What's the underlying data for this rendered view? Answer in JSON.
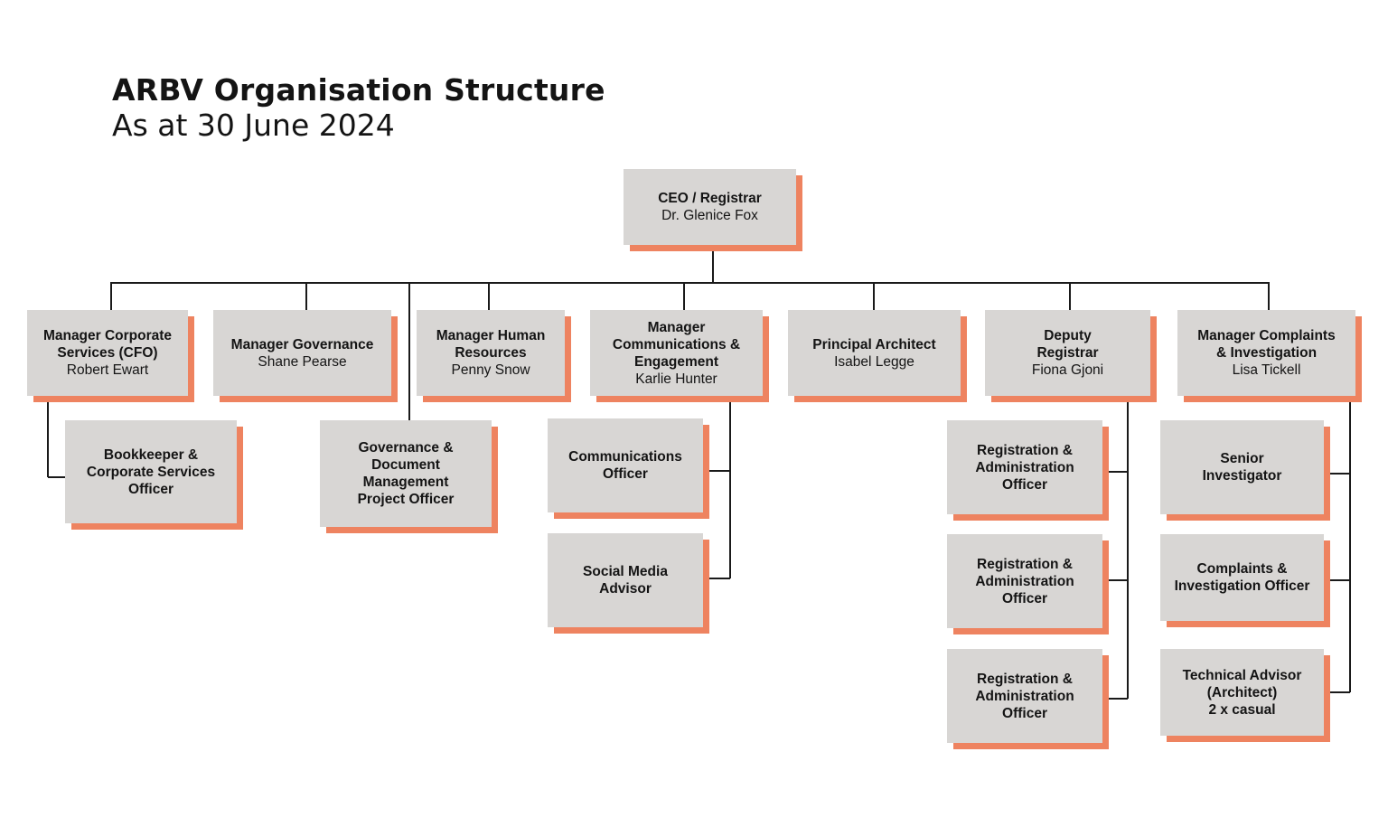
{
  "header": {
    "title": "ARBV Organisation Structure",
    "subtitle": "As at 30 June 2024"
  },
  "colors": {
    "box_fill": "#d8d6d4",
    "box_shadow": "#ee8360",
    "line": "#1a1a1a"
  },
  "nodes": {
    "ceo": {
      "role": "CEO / Registrar",
      "person": "Dr. Glenice Fox"
    },
    "cfo": {
      "role": "Manager Corporate\nServices (CFO)",
      "person": "Robert Ewart"
    },
    "governance": {
      "role": "Manager Governance",
      "person": "Shane Pearse"
    },
    "hr": {
      "role": "Manager Human\nResources",
      "person": "Penny Snow"
    },
    "comms": {
      "role": "Manager\nCommunications &\nEngagement",
      "person": "Karlie Hunter"
    },
    "architect": {
      "role": "Principal Architect",
      "person": "Isabel Legge"
    },
    "deputy": {
      "role": "Deputy\nRegistrar",
      "person": "Fiona Gjoni"
    },
    "complaints": {
      "role": "Manager Complaints\n& Investigation",
      "person": "Lisa Tickell"
    },
    "bookkeeper": {
      "role": "Bookkeeper &\nCorporate Services\nOfficer"
    },
    "gov_project": {
      "role": "Governance &\nDocument\nManagement\nProject Officer"
    },
    "comms_officer": {
      "role": "Communications\nOfficer"
    },
    "social_media": {
      "role": "Social Media\nAdvisor"
    },
    "reg_admin_1": {
      "role": "Registration &\nAdministration\nOfficer"
    },
    "reg_admin_2": {
      "role": "Registration &\nAdministration\nOfficer"
    },
    "reg_admin_3": {
      "role": "Registration &\nAdministration\nOfficer"
    },
    "senior_investigator": {
      "role": "Senior\nInvestigator"
    },
    "complaints_officer": {
      "role": "Complaints &\nInvestigation Officer"
    },
    "technical_advisor": {
      "role": "Technical Advisor\n(Architect)\n2 x casual"
    }
  }
}
